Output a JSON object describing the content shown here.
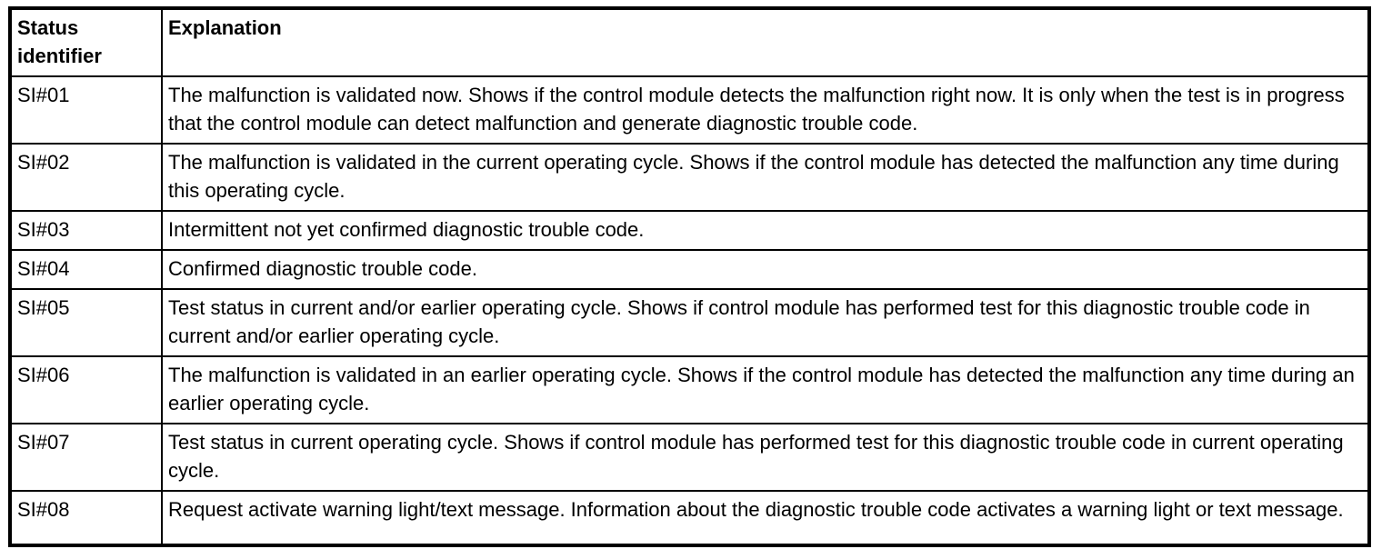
{
  "colors": {
    "border": "#000000",
    "background": "#ffffff",
    "text": "#000000"
  },
  "table": {
    "columns": [
      {
        "label": "Status identifier"
      },
      {
        "label": "Explanation"
      }
    ],
    "rows": [
      {
        "id": "SI#01",
        "explanation": "The malfunction is validated now. Shows if the control module detects the malfunction right now. It is only when the test is in progress that the control module can detect malfunction and generate diagnostic trouble code."
      },
      {
        "id": "SI#02",
        "explanation": "The malfunction is validated in the current operating cycle. Shows if the control module has detected the malfunction any time during this operating cycle."
      },
      {
        "id": "SI#03",
        "explanation": "Intermittent not yet confirmed diagnostic trouble code."
      },
      {
        "id": "SI#04",
        "explanation": "Confirmed diagnostic trouble code."
      },
      {
        "id": "SI#05",
        "explanation": "Test status in current and/or earlier operating cycle. Shows if control module has performed test for this diagnostic trouble code in current and/or earlier operating cycle."
      },
      {
        "id": "SI#06",
        "explanation": "The malfunction is validated in an earlier operating cycle. Shows if the control module has detected the malfunction any time during an earlier operating cycle."
      },
      {
        "id": "SI#07",
        "explanation": "Test status in current operating cycle. Shows if control module has performed test for this diagnostic trouble code in current operating cycle."
      },
      {
        "id": "SI#08",
        "explanation": "Request activate warning light/text message. Information about the diagnostic trouble code activates a warning light or text message."
      }
    ]
  }
}
